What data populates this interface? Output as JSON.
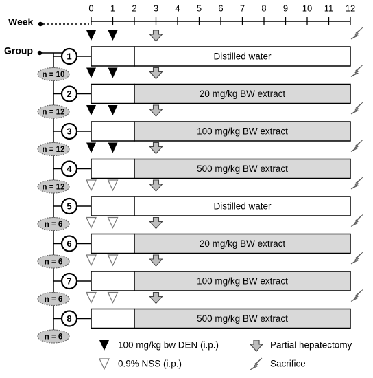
{
  "axis": {
    "title": "Week",
    "ticks": [
      "0",
      "1",
      "2",
      "3",
      "4",
      "5",
      "6",
      "7",
      "8",
      "9",
      "10",
      "11",
      "12"
    ]
  },
  "group_label": "Group",
  "groups": [
    {
      "number": "1",
      "n": "n = 10",
      "treatment": "Distilled water",
      "injection": "DEN",
      "shaded": false
    },
    {
      "number": "2",
      "n": "n = 12",
      "treatment": "20 mg/kg BW extract",
      "injection": "DEN",
      "shaded": true
    },
    {
      "number": "3",
      "n": "n = 12",
      "treatment": "100 mg/kg BW extract",
      "injection": "DEN",
      "shaded": true
    },
    {
      "number": "4",
      "n": "n = 12",
      "treatment": "500 mg/kg BW extract",
      "injection": "DEN",
      "shaded": true
    },
    {
      "number": "5",
      "n": "n = 6",
      "treatment": "Distilled water",
      "injection": "NSS",
      "shaded": false
    },
    {
      "number": "6",
      "n": "n = 6",
      "treatment": "20 mg/kg BW extract",
      "injection": "NSS",
      "shaded": true
    },
    {
      "number": "7",
      "n": "n = 6",
      "treatment": "100 mg/kg BW extract",
      "injection": "NSS",
      "shaded": true
    },
    {
      "number": "8",
      "n": "n = 6",
      "treatment": "500 mg/kg BW extract",
      "injection": "NSS",
      "shaded": true
    }
  ],
  "legend": {
    "den": "100 mg/kg bw DEN (i.p.)",
    "nss": "0.9% NSS (i.p.)",
    "hepatectomy": "Partial hepatectomy",
    "sacrifice": "Sacrifice"
  },
  "colors": {
    "shaded_bar": "#d9d9d9",
    "line": "#000000",
    "badge_fill": "#c8c8c8",
    "arrow_fill": "#bdbdbd",
    "bolt_fill": "#9a9a9a"
  },
  "icons": {
    "den": "filled-triangle-icon",
    "nss": "open-triangle-icon",
    "hepatectomy": "down-arrow-icon",
    "sacrifice": "lightning-bolt-icon"
  }
}
